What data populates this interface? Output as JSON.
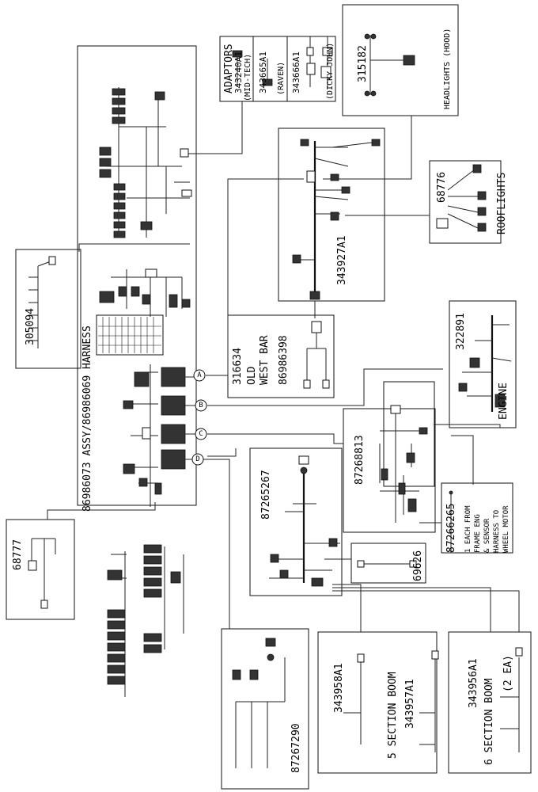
{
  "main_harness": {
    "label": "86986073 ASSY/86986069 HARNESS"
  },
  "connectors": [
    "A",
    "B",
    "C",
    "D"
  ],
  "adaptors": {
    "title": "ADAPTORS",
    "items": [
      {
        "part": "343240A1",
        "brand": "(MID-TECH)"
      },
      {
        "part": "343665A1",
        "brand": "(RAVEN)"
      },
      {
        "part": "343666A1",
        "brand": "(DICKY JOHN)"
      }
    ]
  },
  "headlights": {
    "part": "315182",
    "label": "HEADLIGHTS (HOOD)"
  },
  "rooflights": {
    "part": "68776",
    "label": "ROOFLIGHTS"
  },
  "cab_harness": {
    "part": "343927A1"
  },
  "part_305094": {
    "part": "305094"
  },
  "west_bar": {
    "part_old": "316634",
    "line1": "OLD",
    "line2": "WEST BAR",
    "part_new": "86986398"
  },
  "engine": {
    "part": "322891",
    "label": "ENGINE"
  },
  "harness_87268813": {
    "part": "87268813"
  },
  "harness_87266265": {
    "part": "87266265",
    "note_lines": [
      "1 EACH FROM",
      "FRAME ENG",
      "& SENSOR",
      "HARNESS TO",
      "WHEEL MOTOR"
    ]
  },
  "harness_87265267": {
    "part": "87265267"
  },
  "part_69626": {
    "part": "69626"
  },
  "part_68777": {
    "part": "68777"
  },
  "boom_87267290": {
    "part": "87267290"
  },
  "boom5": {
    "part_a": "343958A1",
    "label": "5 SECTION BOOM",
    "part_b": "343957A1"
  },
  "boom6": {
    "part": "343956A1",
    "label": "6 SECTION BOOM",
    "qty": "(2 EA)"
  }
}
